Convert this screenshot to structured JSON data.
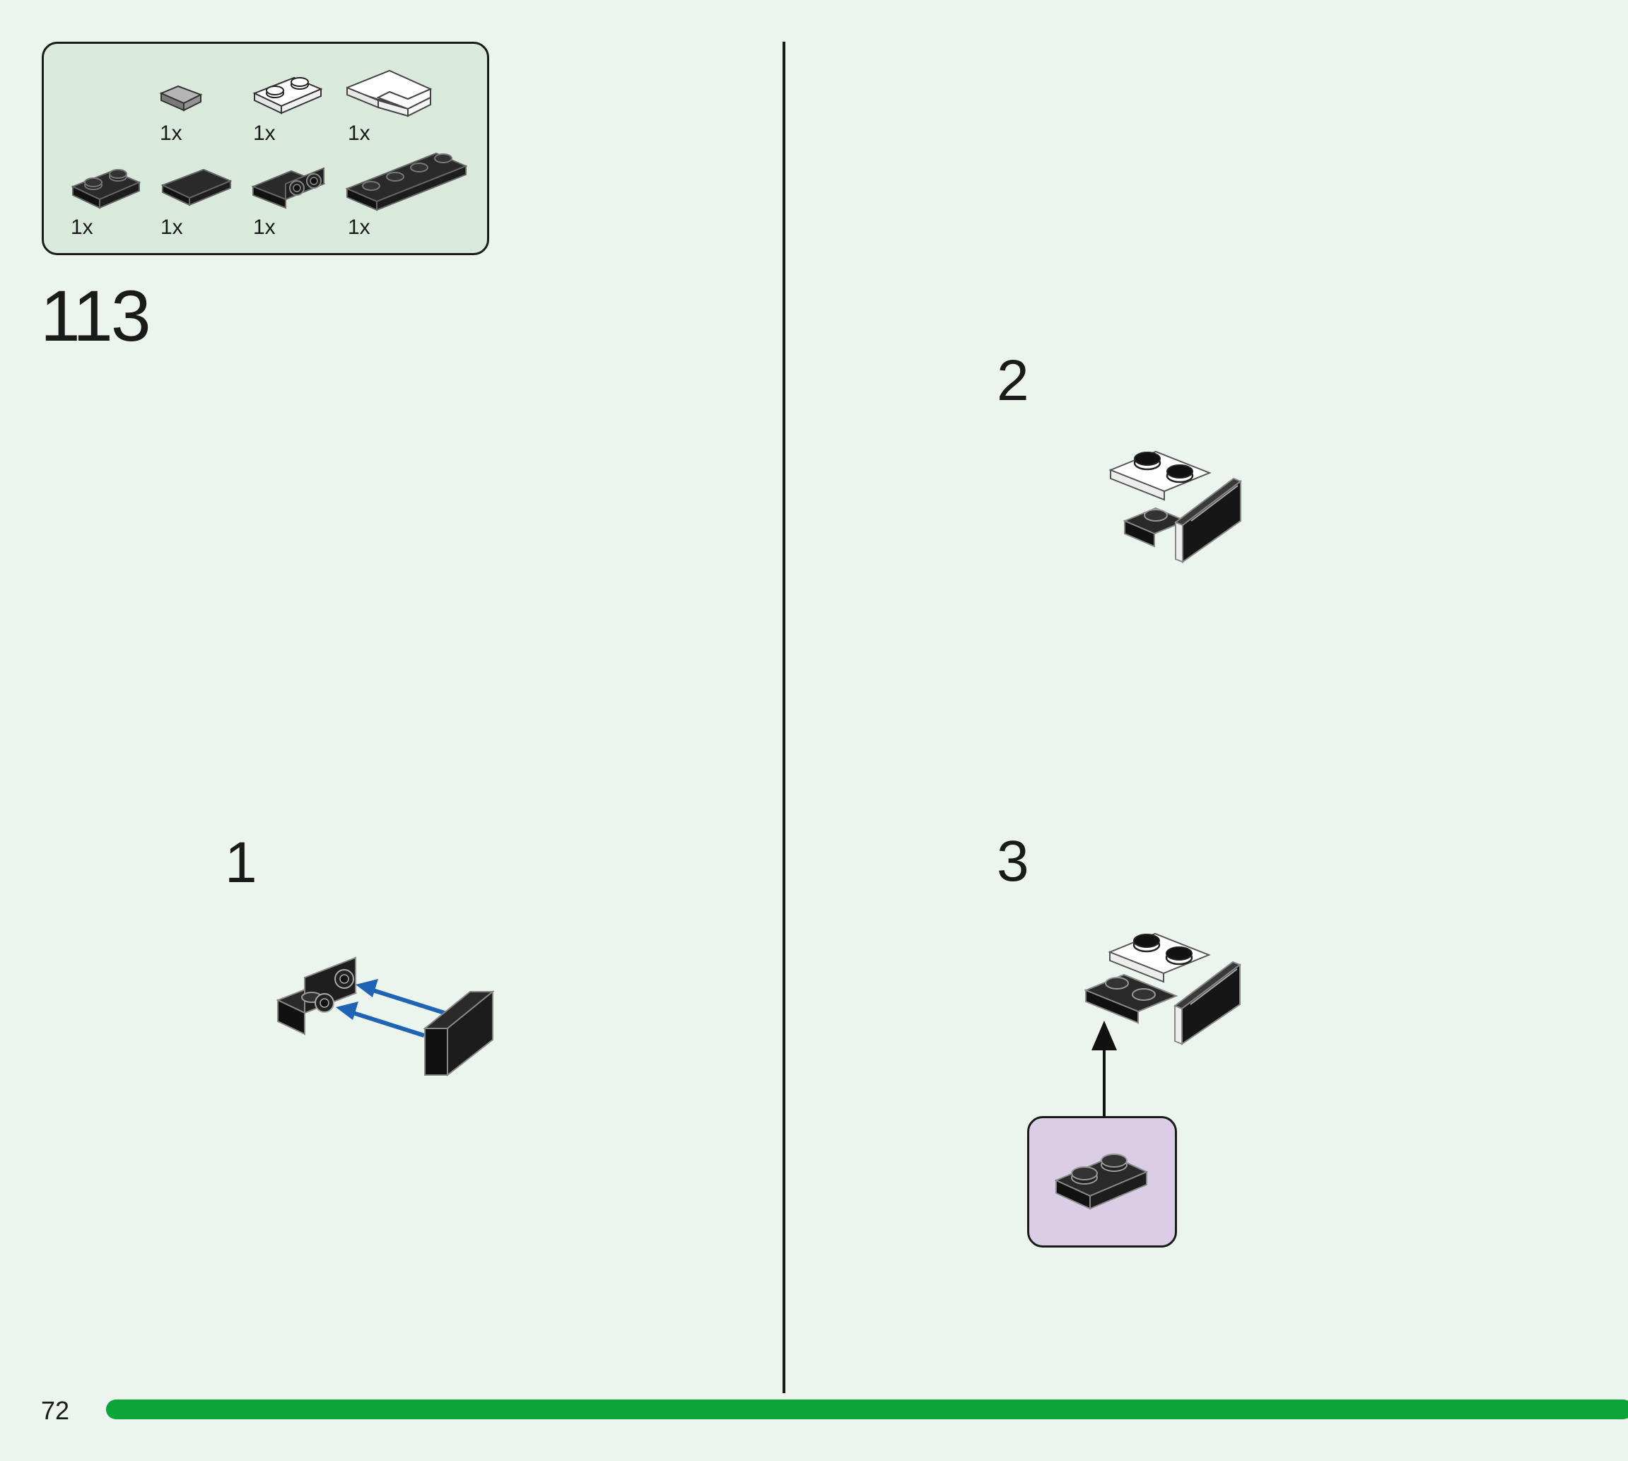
{
  "colors": {
    "background": "#ebf5ee",
    "parts_box": "#d9e9dc",
    "progress_bar": "#0ca539",
    "callout_box": "#dccde6",
    "brick_dark": "#1c1c1c",
    "arrow_blue": "#1f64b4"
  },
  "parts_list": [
    {
      "icon": "gray-tile-1x1-icon",
      "qty": "1x"
    },
    {
      "icon": "white-plate-1x2-icon",
      "qty": "1x"
    },
    {
      "icon": "white-corner-plate-icon",
      "qty": "1x"
    },
    {
      "icon": "black-plate-1x2-icon",
      "qty": "1x"
    },
    {
      "icon": "black-tile-1x2-icon",
      "qty": "1x"
    },
    {
      "icon": "black-bracket-1x2-icon",
      "qty": "1x"
    },
    {
      "icon": "black-plate-1x4-icon",
      "qty": "1x"
    }
  ],
  "step": {
    "number": "113"
  },
  "substeps": [
    {
      "number": "1"
    },
    {
      "number": "2"
    },
    {
      "number": "3"
    }
  ],
  "page": {
    "number": "72"
  }
}
